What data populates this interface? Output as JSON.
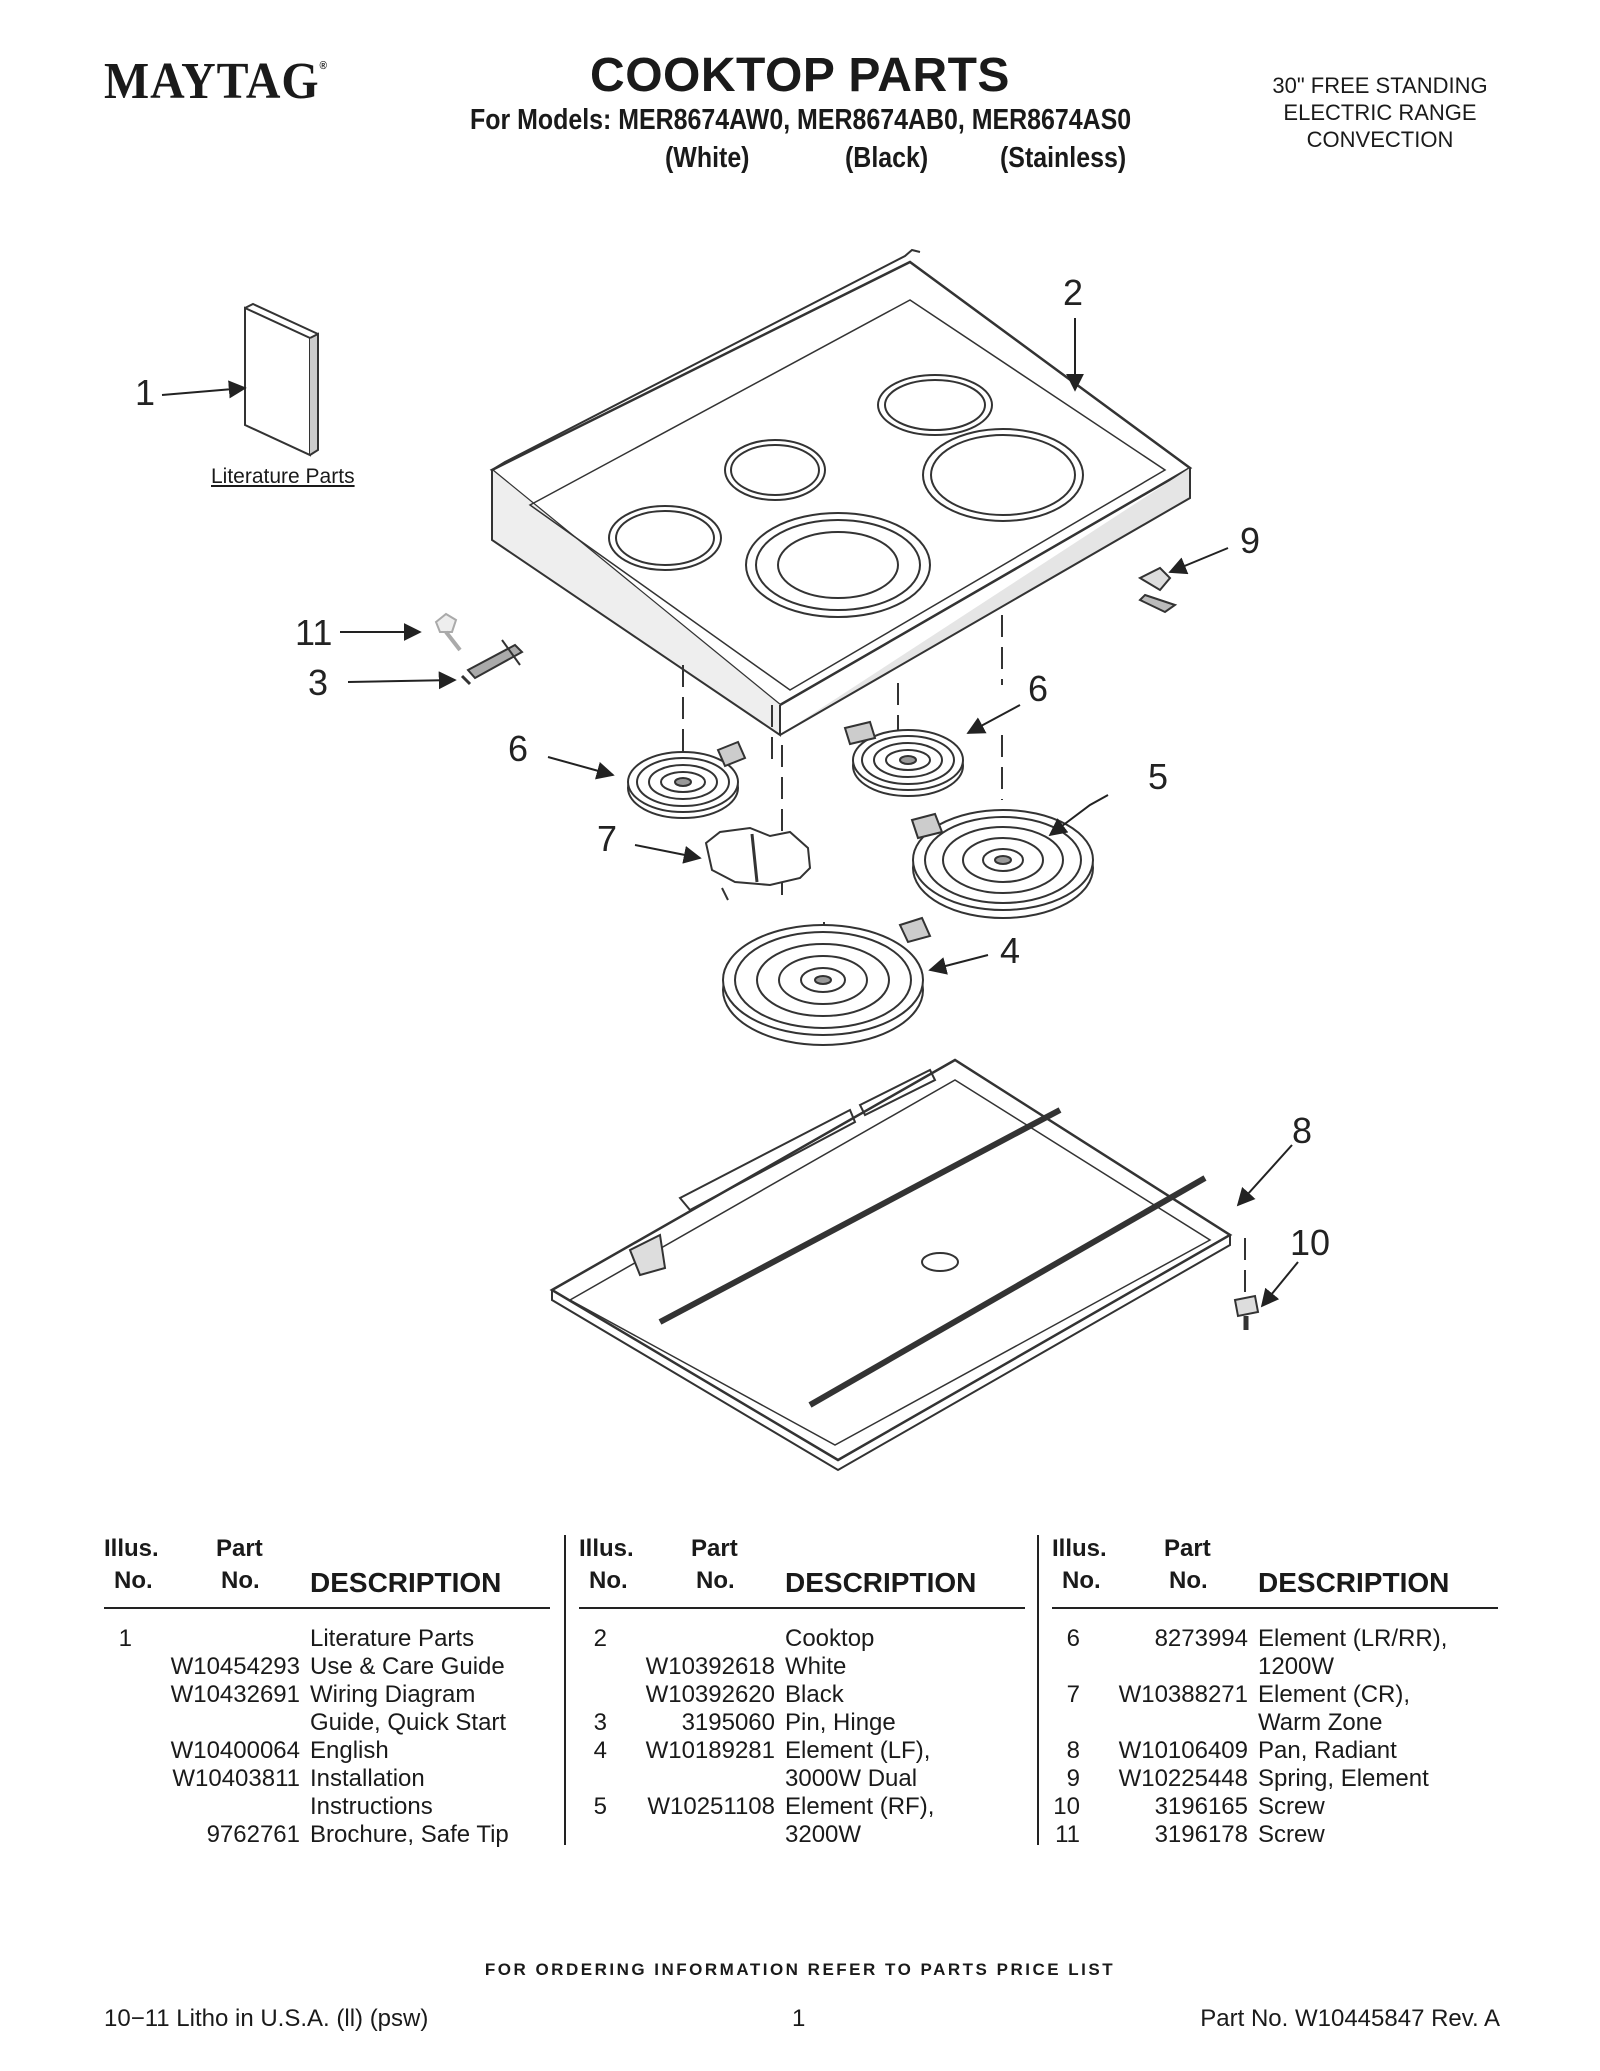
{
  "header": {
    "brand": "MAYTAG",
    "brand_mark": "®",
    "title": "COOKTOP PARTS",
    "models_line": "For Models: MER8674AW0, MER8674AB0, MER8674AS0",
    "variants": [
      "(White)",
      "(Black)",
      "(Stainless)"
    ],
    "product_type": [
      "30\" FREE STANDING",
      "ELECTRIC RANGE",
      "CONVECTION"
    ]
  },
  "diagram": {
    "callouts": [
      "1",
      "2",
      "9",
      "11",
      "3",
      "6",
      "6",
      "5",
      "7",
      "4",
      "8",
      "10"
    ],
    "literature_label": "Literature Parts"
  },
  "table": {
    "headers": {
      "illus_1": "Illus.",
      "illus_2": "No.",
      "part_1": "Part",
      "part_2": "No.",
      "desc": "DESCRIPTION"
    },
    "columns": [
      [
        {
          "illus": "1",
          "part": "",
          "desc": "Literature Parts"
        },
        {
          "illus": "",
          "part": "W10454293",
          "desc": "Use & Care Guide"
        },
        {
          "illus": "",
          "part": "W10432691",
          "desc": "Wiring Diagram"
        },
        {
          "illus": "",
          "part": "",
          "desc": "Guide, Quick Start"
        },
        {
          "illus": "",
          "part": "W10400064",
          "desc": "English"
        },
        {
          "illus": "",
          "part": "W10403811",
          "desc": "Installation"
        },
        {
          "illus": "",
          "part": "",
          "desc": "Instructions"
        },
        {
          "illus": "",
          "part": "9762761",
          "desc": "Brochure, Safe Tip"
        }
      ],
      [
        {
          "illus": "2",
          "part": "",
          "desc": "Cooktop"
        },
        {
          "illus": "",
          "part": "W10392618",
          "desc": "White"
        },
        {
          "illus": "",
          "part": "W10392620",
          "desc": "Black"
        },
        {
          "illus": "3",
          "part": "3195060",
          "desc": "Pin, Hinge"
        },
        {
          "illus": "4",
          "part": "W10189281",
          "desc": "Element (LF),"
        },
        {
          "illus": "",
          "part": "",
          "desc": "3000W Dual"
        },
        {
          "illus": "5",
          "part": "W10251108",
          "desc": "Element (RF),"
        },
        {
          "illus": "",
          "part": "",
          "desc": "3200W"
        }
      ],
      [
        {
          "illus": "6",
          "part": "8273994",
          "desc": "Element (LR/RR),"
        },
        {
          "illus": "",
          "part": "",
          "desc": "1200W"
        },
        {
          "illus": "7",
          "part": "W10388271",
          "desc": "Element (CR),"
        },
        {
          "illus": "",
          "part": "",
          "desc": "Warm Zone"
        },
        {
          "illus": "8",
          "part": "W10106409",
          "desc": "Pan, Radiant"
        },
        {
          "illus": "9",
          "part": "W10225448",
          "desc": "Spring, Element"
        },
        {
          "illus": "10",
          "part": "3196165",
          "desc": "Screw"
        },
        {
          "illus": "11",
          "part": "3196178",
          "desc": "Screw"
        }
      ]
    ]
  },
  "footer": {
    "ordering": "FOR ORDERING INFORMATION REFER TO PARTS PRICE LIST",
    "litho": "10−11 Litho in U.S.A. (ll) (psw)",
    "page": "1",
    "part_no": "Part No. W10445847 Rev. A"
  }
}
